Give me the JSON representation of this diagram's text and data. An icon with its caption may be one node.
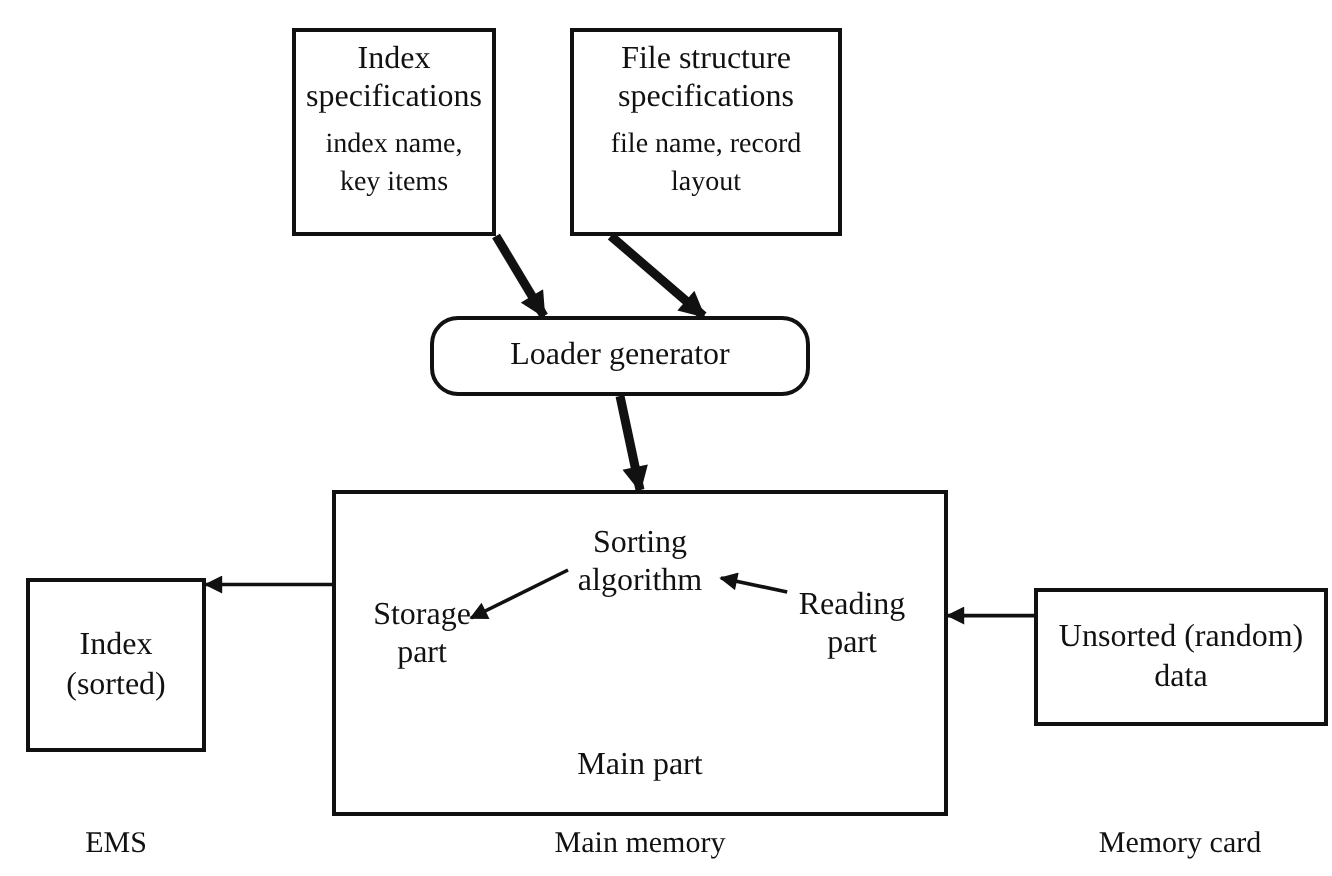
{
  "diagram": {
    "nodes": [
      {
        "text": [
          "Index specifications",
          "index name, key items"
        ]
      },
      {
        "text": [
          "File structure specifications",
          "file name, record layout"
        ]
      },
      {
        "text": [
          "Loader generator"
        ]
      },
      {
        "text": [
          "Main part"
        ]
      },
      {
        "text": [
          "Sorting algorithm"
        ],
        "in": 3
      },
      {
        "text": [
          "Storage part"
        ],
        "in": 3
      },
      {
        "text": [
          "Reading part"
        ],
        "in": 3
      },
      {
        "text": [
          "Index (sorted)"
        ]
      },
      {
        "text": [
          "Unsorted (random) data"
        ]
      }
    ],
    "edges": [
      {
        "from": 0,
        "to": 2,
        "arrow": "to",
        "style": "thick"
      },
      {
        "from": 1,
        "to": 2,
        "arrow": "to",
        "style": "thick"
      },
      {
        "from": 2,
        "to": 3,
        "arrow": "to",
        "style": "thick"
      },
      {
        "from": 4,
        "to": 5,
        "arrow": "to"
      },
      {
        "from": 6,
        "to": 4,
        "arrow": "to"
      },
      {
        "from": 3,
        "to": 7,
        "arrow": "to"
      },
      {
        "from": 8,
        "to": 3,
        "arrow": "to"
      }
    ],
    "labels": [
      "EMS",
      "Main memory",
      "Memory card"
    ]
  }
}
